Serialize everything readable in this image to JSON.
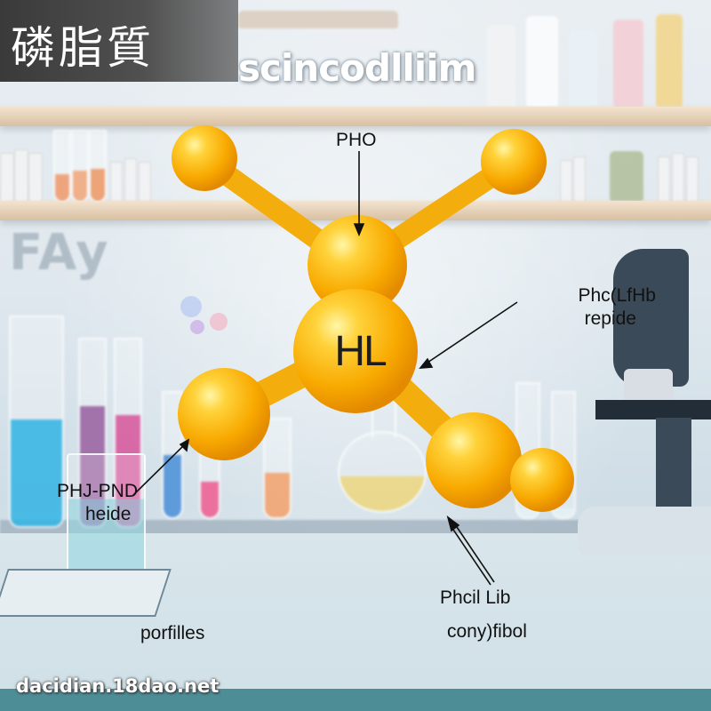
{
  "title_chinese": "磷脂質",
  "heading": "scincodlliim",
  "background_word": "FAy",
  "molecule": {
    "center_label": "HL",
    "atom_color": "#f7a600",
    "highlight_color": "#ffd54a"
  },
  "annotations": {
    "top": "PHO",
    "right_line1": "Phc(LfHb",
    "right_line2": "repide",
    "left_line1": "PHJ-PND",
    "left_line2": "heide",
    "bottom_line1": "Phcil Lib",
    "bottom_line2": "cony)fibol",
    "misc": "porfilles"
  },
  "watermark": "dacidian.18dao.net",
  "colors": {
    "title_bg": "#3a3a3a",
    "bottom_bar": "#4d8d96",
    "microscope": "#3b4a58"
  }
}
